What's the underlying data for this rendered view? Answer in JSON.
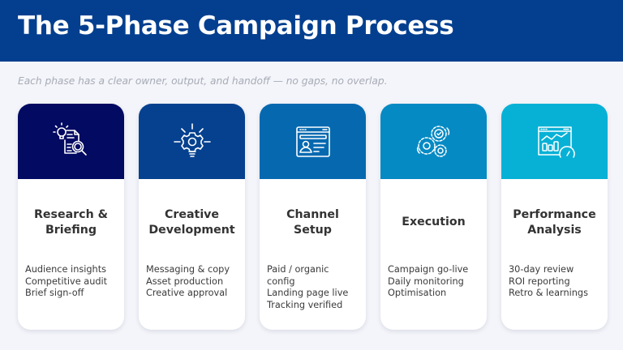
{
  "header": {
    "title": "The 5-Phase Campaign Process",
    "subtitle": "Each phase has a clear owner, output, and handoff — no gaps, no overlap.",
    "background": "#043f8f"
  },
  "phases": [
    {
      "title": "Research &\nBriefing",
      "icon": "research-document-search-icon",
      "color": "#030a62",
      "items": [
        "Audience insights",
        "Competitive audit",
        "Brief sign-off"
      ]
    },
    {
      "title": "Creative\nDevelopment",
      "icon": "gear-lightbulb-icon",
      "color": "#05418f",
      "items": [
        "Messaging & copy",
        "Asset production",
        "Creative approval"
      ]
    },
    {
      "title": "Channel\nSetup",
      "icon": "web-profile-form-icon",
      "color": "#0669b0",
      "items": [
        "Paid / organic",
        "config",
        "Landing page live",
        "Tracking verified"
      ]
    },
    {
      "title": "Execution",
      "icon": "gears-check-icon",
      "color": "#068ac4",
      "items": [
        "Campaign go-live",
        "Daily monitoring",
        "Optimisation"
      ]
    },
    {
      "title": "Performance\nAnalysis",
      "icon": "analytics-dashboard-gauge-icon",
      "color": "#07b1d6",
      "items": [
        "30-day review",
        "ROI reporting",
        "Retro & learnings"
      ]
    }
  ]
}
